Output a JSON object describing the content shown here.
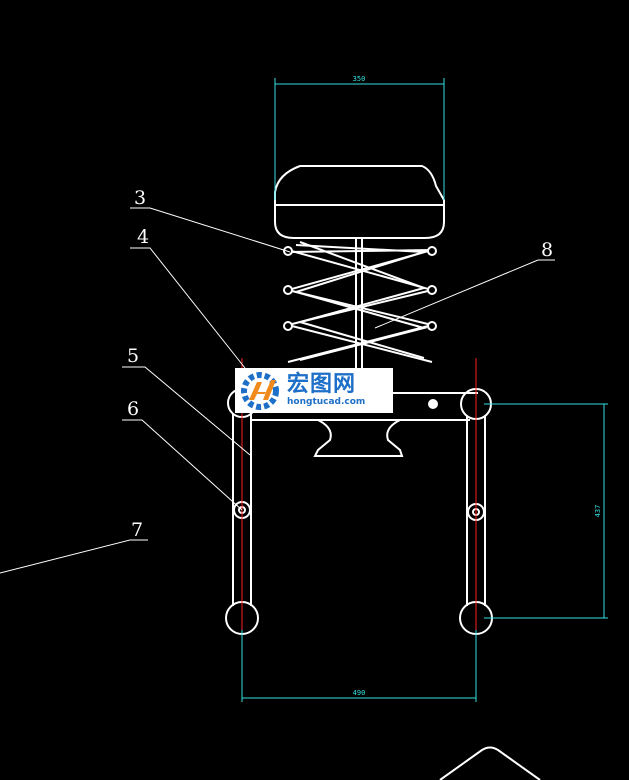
{
  "drawing": {
    "dimensions": {
      "top_width": "350",
      "bottom_width": "490",
      "right_height": "437"
    },
    "callouts": [
      "3",
      "4",
      "5",
      "6",
      "7",
      "8"
    ]
  },
  "watermark": {
    "name": "宏图网",
    "url": "hongtucad.com"
  },
  "colors": {
    "background": "#000000",
    "linework": "#ffffff",
    "dimension": "#33e0e0",
    "centerline": "#ff2020",
    "logo_blue": "#1e6fc8",
    "logo_orange": "#f08a1c"
  }
}
